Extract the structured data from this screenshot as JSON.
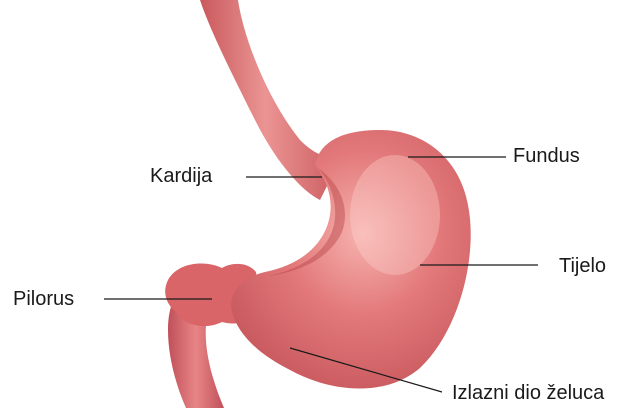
{
  "labels": {
    "kardija": "Kardija",
    "fundus": "Fundus",
    "tijelo": "Tijelo",
    "pilorus": "Pilorus",
    "izlazni": "Izlazni dio želuca"
  },
  "colors": {
    "organ_base": "#dc6b6d",
    "organ_light": "#f4a8a6",
    "organ_dark": "#b84448",
    "leader_line": "#1a1a1a",
    "text": "#1a1a1a",
    "background": "#ffffff"
  }
}
